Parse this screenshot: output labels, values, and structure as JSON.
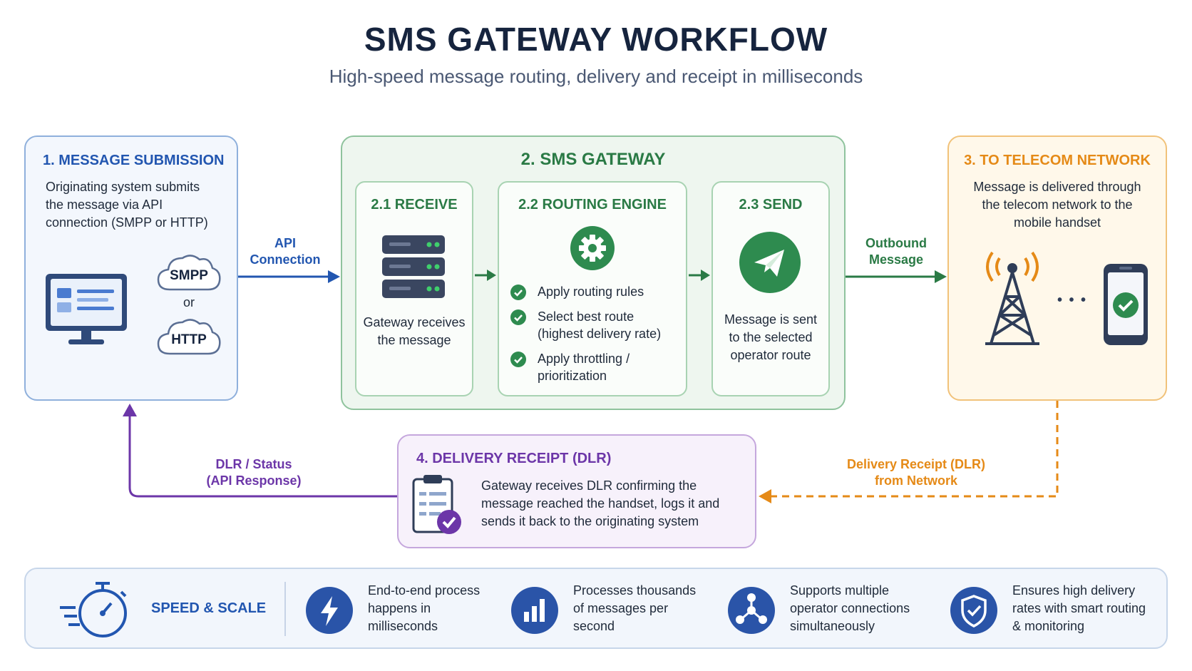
{
  "header": {
    "title": "SMS GATEWAY WORKFLOW",
    "subtitle": "High-speed message routing, delivery and receipt in milliseconds"
  },
  "submission": {
    "title": "1. MESSAGE SUBMISSION",
    "text": "Originating system submits the message via API connection (SMPP or HTTP)",
    "smpp_label": "SMPP",
    "or_label": "or",
    "http_label": "HTTP"
  },
  "api_connection_label": "API\nConnection",
  "gateway": {
    "title": "2. SMS GATEWAY",
    "receive": {
      "title": "2.1 RECEIVE",
      "text": "Gateway receives the message"
    },
    "routing": {
      "title": "2.2 ROUTING ENGINE",
      "steps": [
        "Apply routing rules",
        "Select best route (highest delivery rate)",
        "Apply throttling / prioritization"
      ]
    },
    "send": {
      "title": "2.3 SEND",
      "text": "Message is sent to the selected operator route"
    }
  },
  "outbound_label": "Outbound\nMessage",
  "telecom": {
    "title": "3. TO TELECOM NETWORK",
    "text": "Message is delivered through the telecom network to the mobile handset",
    "dots": "• • •"
  },
  "dlr": {
    "title": "4. DELIVERY RECEIPT (DLR)",
    "text": "Gateway receives DLR confirming the message reached the handset, logs it and sends it back to the originating system"
  },
  "dlr_status_label": "DLR / Status\n(API Response)",
  "dlr_network_label": "Delivery Receipt (DLR)\nfrom Network",
  "speed": {
    "title": "SPEED & SCALE",
    "features": [
      "End-to-end process happens in milliseconds",
      "Processes thousands of messages per second",
      "Supports multiple operator connections simultaneously",
      "Ensures high delivery rates with smart routing & monitoring"
    ]
  },
  "colors": {
    "blue": "#2256b0",
    "green": "#2a7a45",
    "orange": "#e58a17",
    "purple": "#6c36a8",
    "navy": "#16243e"
  }
}
